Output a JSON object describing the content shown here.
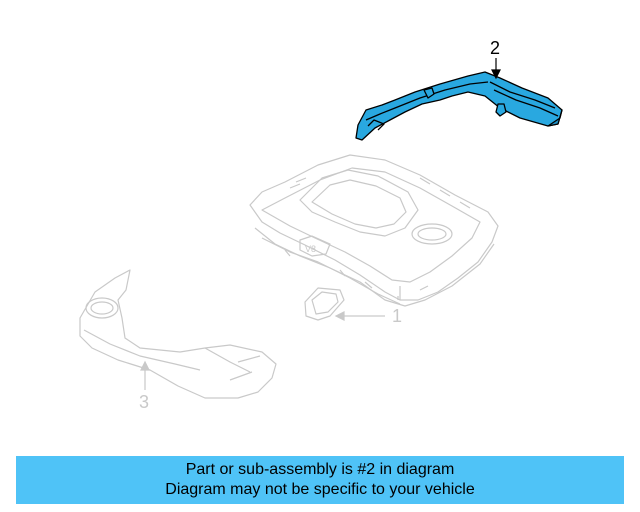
{
  "diagram": {
    "callouts": {
      "part1": "1",
      "part2": "2",
      "part3": "3"
    },
    "highlighted_part": "2",
    "colors": {
      "highlight": "#29a8e0",
      "ghost": "#c9c9c9",
      "ink": "#000000",
      "banner": "#4fc3f7"
    }
  },
  "banner": {
    "line1": "Part or sub-assembly is #2 in diagram",
    "line2": "Diagram may not be specific to your vehicle"
  }
}
